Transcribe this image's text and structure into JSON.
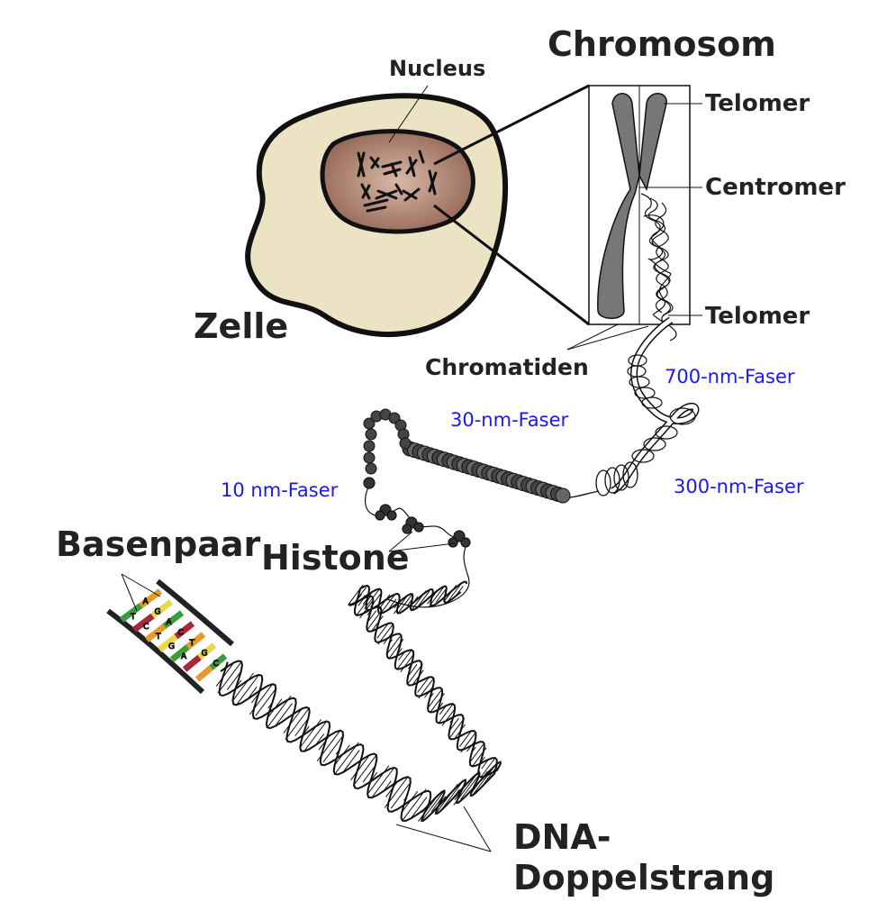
{
  "labels": {
    "chromosom": "Chromosom",
    "nucleus": "Nucleus",
    "telomer_top": "Telomer",
    "centromer": "Centromer",
    "telomer_bottom": "Telomer",
    "zelle": "Zelle",
    "chromatiden": "Chromatiden",
    "faser_700": "700-nm-Faser",
    "faser_30": "30-nm-Faser",
    "faser_10": "10 nm-Faser",
    "faser_300": "300-nm-Faser",
    "basenpaar": "Basenpaar",
    "histone": "Histone",
    "dna_line1": "DNA-",
    "dna_line2": "Doppelstrang"
  },
  "bases": {
    "left_strand": [
      "T",
      "C",
      "T",
      "G",
      "A"
    ],
    "right_strand": [
      "A",
      "G",
      "A",
      "C",
      "T",
      "G",
      "C"
    ]
  },
  "colors": {
    "fiber_label": "#1a1ae6",
    "label_text": "#222222",
    "cell_fill": "#ece3c5",
    "nucleus_fill": "#8f6150",
    "chromosome_fill": "#777777",
    "base_red": "#a8283a",
    "base_green": "#3c9c3c",
    "base_orange": "#e89a28",
    "base_yellow": "#e8d84a"
  }
}
